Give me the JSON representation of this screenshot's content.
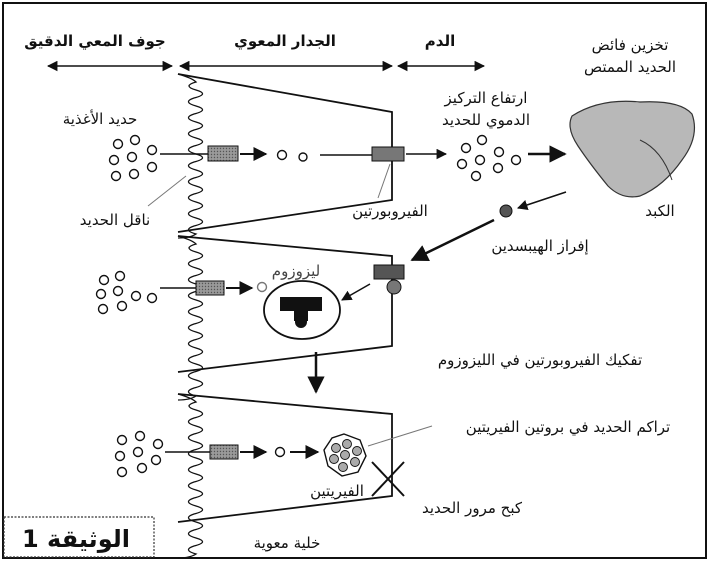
{
  "regions": {
    "lumen": "جوف المعي الدقيق",
    "wall": "الجدار المعوي",
    "blood": "الدم",
    "storage_line1": "تخزين فائض",
    "storage_line2": "الحديد الممتص"
  },
  "labels": {
    "food_iron": "حديد الأغذية",
    "iron_transporter": "ناقل الحديد",
    "ferroportin": "الفيروبورتين",
    "rise_line1": "ارتفاع التركيز",
    "rise_line2": "الدموي للحديد",
    "liver": "الكبد",
    "hepcidin": "إفراز الهيبسدين",
    "lysosome": "ليزوزوم",
    "ferroportin_degradation": "تفكيك الفيروبورتين  في الليزوزوم",
    "iron_accumulation": "تراكم الحديد في بروتين الفيريتين",
    "ferritin": "الفيريتين",
    "iron_block": "كبح مرور الحديد",
    "intestinal_cell": "خلية معوية",
    "document": "الوثيقة 1"
  }
}
